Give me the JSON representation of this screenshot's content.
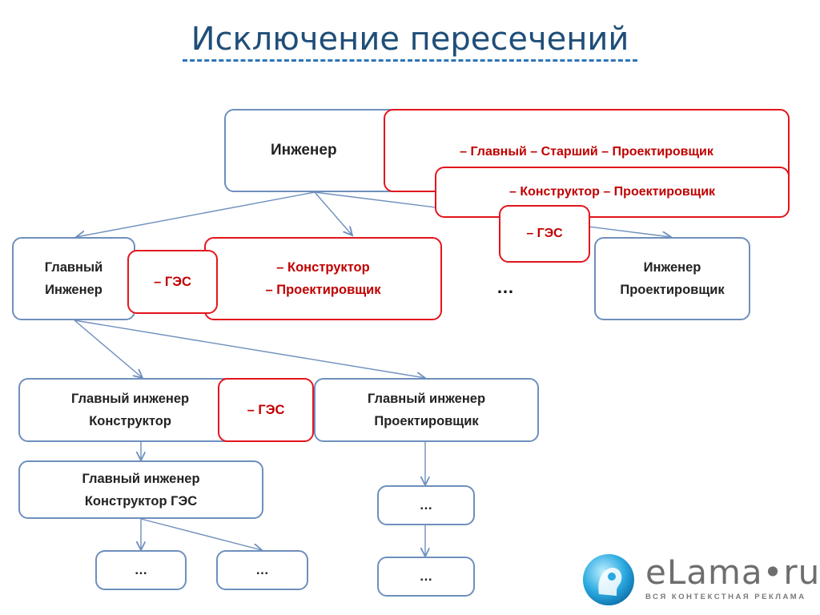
{
  "title": "Исключение пересечений",
  "nodes": {
    "engineer": "Инженер",
    "engineer_exclusions": "– Главный  – Старший – Проектировщик",
    "engineer_exclusions_2": "– Конструктор – Проектировщик",
    "ges_top": "– ГЭС",
    "chief_engineer": [
      "Главный",
      "Инженер"
    ],
    "ges_left": "– ГЭС",
    "chief_exclusions": [
      "– Конструктор",
      "– Проектировщик"
    ],
    "ellipsis_mid": "…",
    "engineer_designer": [
      "Инженер",
      "Проектировщик"
    ],
    "chief_constructor": [
      "Главный инженер",
      "Конструктор"
    ],
    "ges_mid": "– ГЭС",
    "chief_designer": [
      "Главный инженер",
      "Проектировщик"
    ],
    "chief_constructor_ges": [
      "Главный инженер",
      "Конструктор ГЭС"
    ],
    "leaf_1": "…",
    "leaf_2": "…",
    "leaf_3": "…",
    "leaf_4": "…"
  },
  "logo": {
    "name": "eLama•ru",
    "tagline": "ВСЯ КОНТЕКСТНАЯ РЕКЛАМА"
  }
}
